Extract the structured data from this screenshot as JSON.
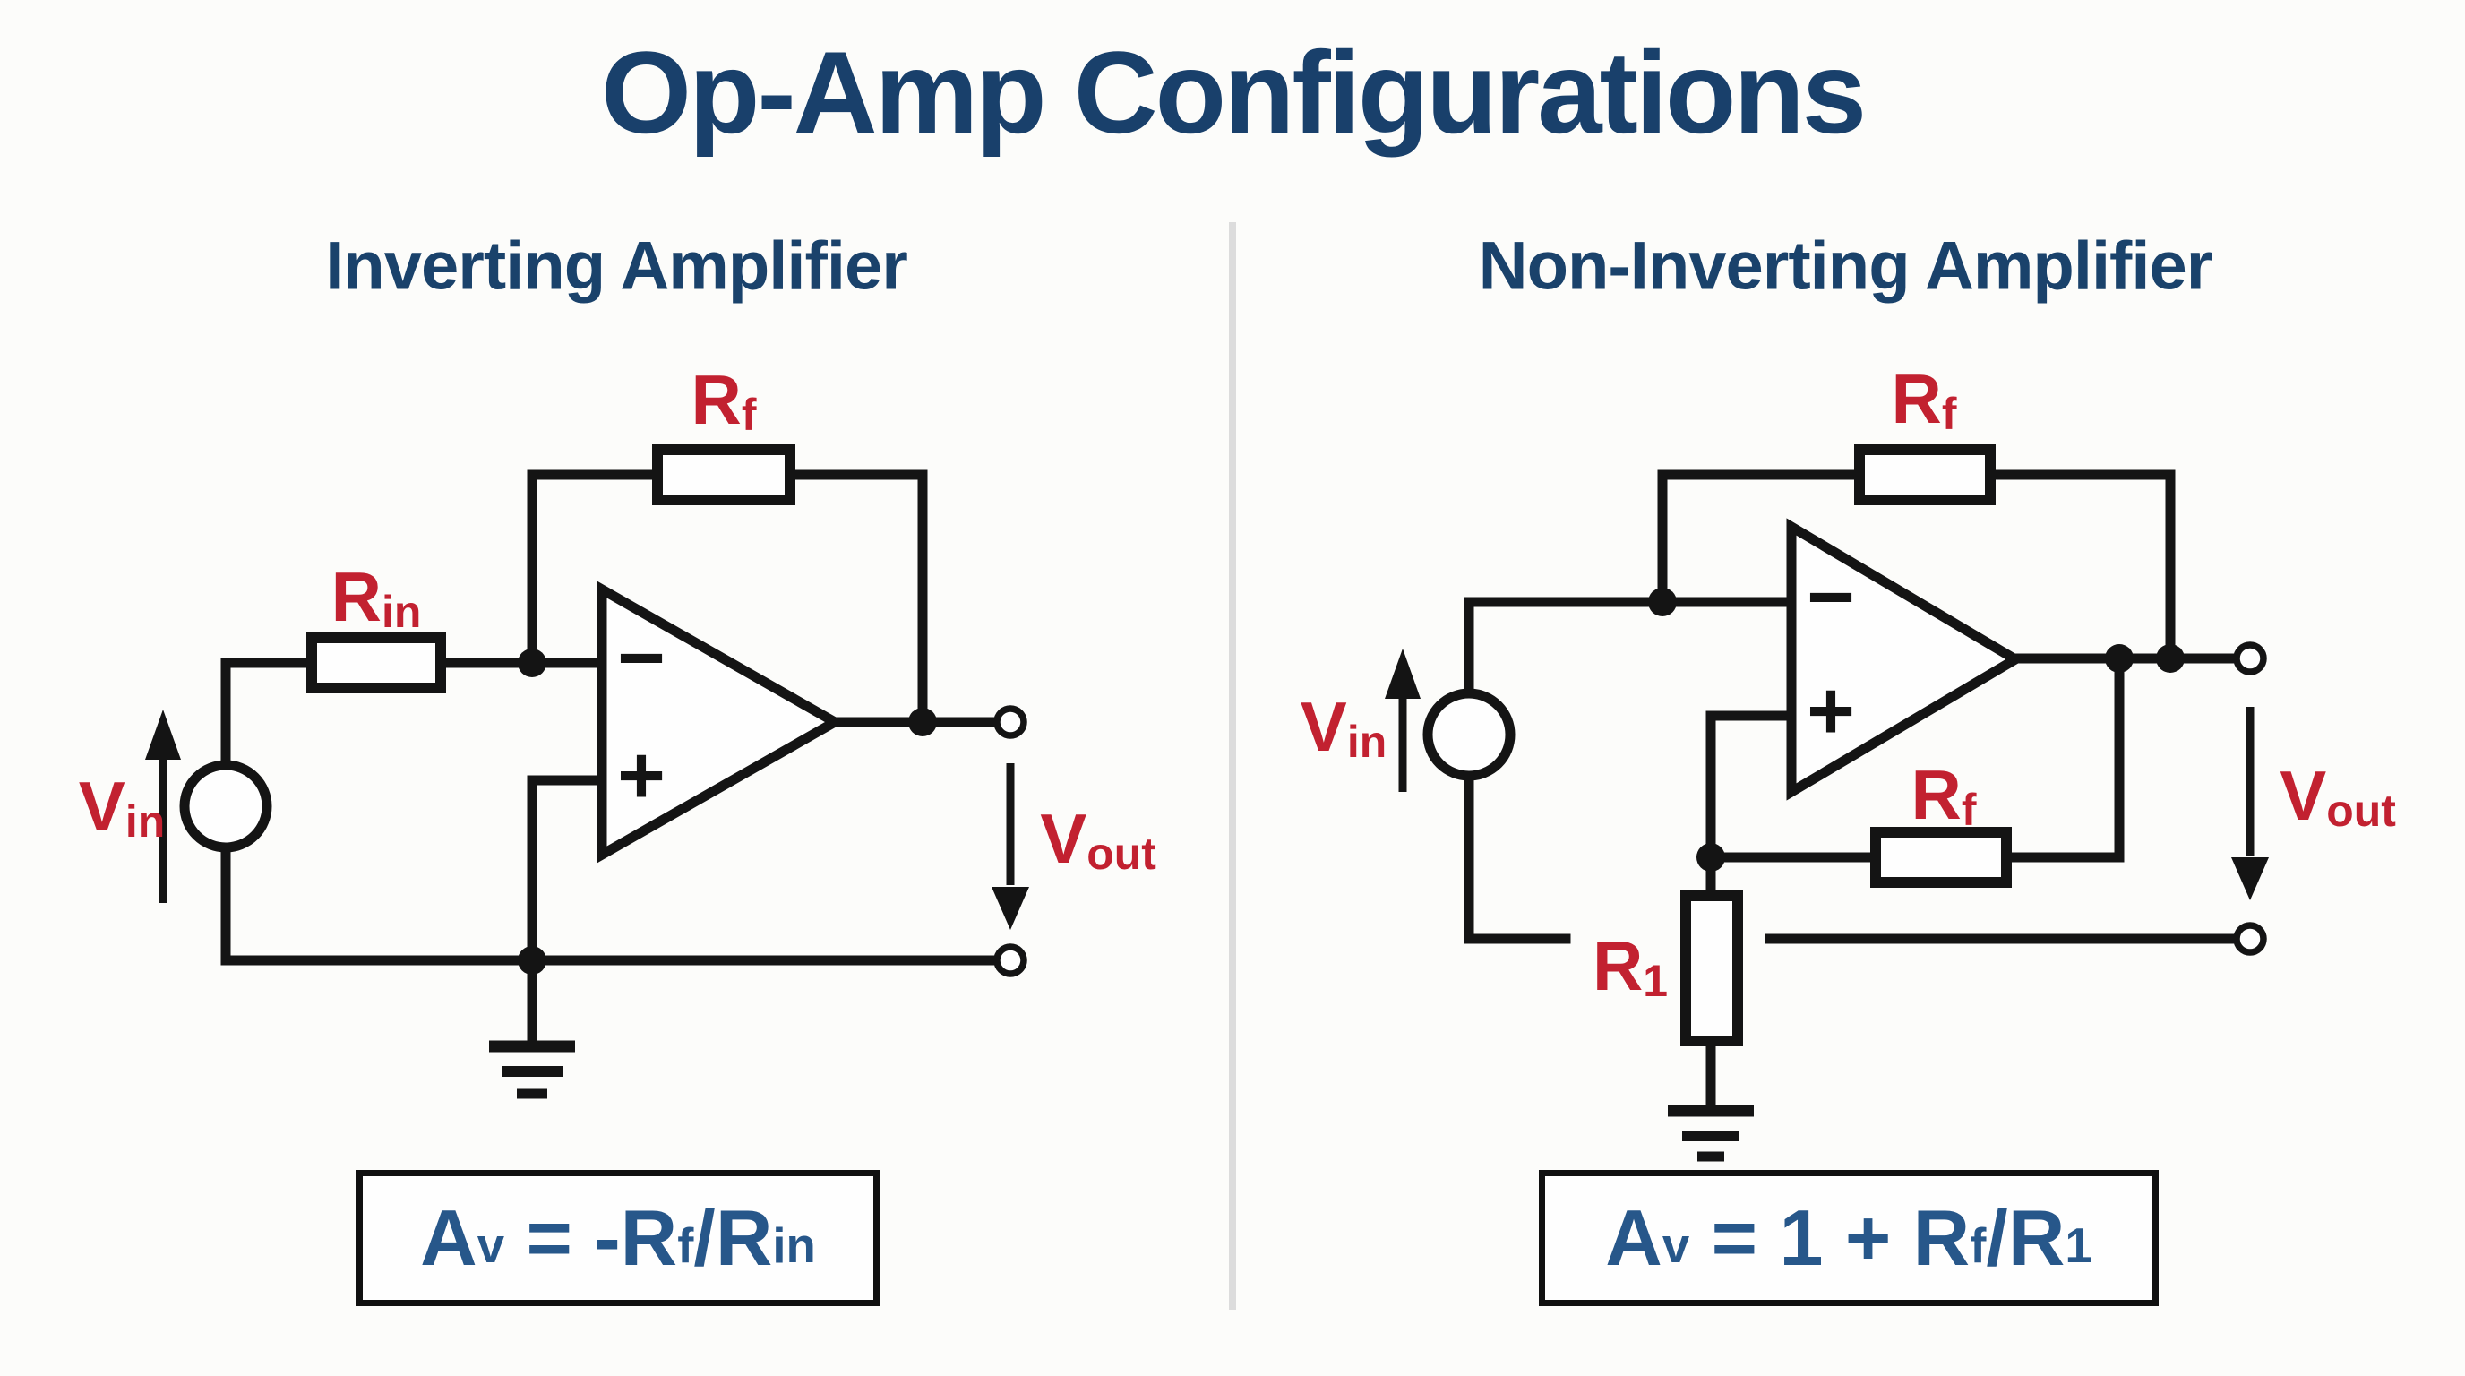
{
  "page": {
    "title": "Op-Amp Configurations"
  },
  "colors": {
    "background": "#fcfcfa",
    "ink": "#141414",
    "navy_heading": "#1a426b",
    "title_navy": "#19406b",
    "formula_blue": "#27578a",
    "label_red": "#c22130",
    "divider_gray": "#dcdcdc"
  },
  "left_panel": {
    "heading": "Inverting Amplifier",
    "labels": {
      "rf": {
        "main": "R",
        "sub": "f"
      },
      "rin": {
        "main": "R",
        "sub": "in"
      },
      "vin": {
        "main": "V",
        "sub": "in"
      },
      "vout": {
        "main": "V",
        "sub": "out"
      }
    },
    "opamp": {
      "minus_sign": "−",
      "plus_sign": "+"
    },
    "formula": {
      "p1": "A",
      "s1": "v",
      "p2": " = -R",
      "s2": "f",
      "p3": "/R",
      "s3": "in"
    }
  },
  "right_panel": {
    "heading": "Non-Inverting Amplifier",
    "labels": {
      "rf_top": {
        "main": "R",
        "sub": "f"
      },
      "rf_mid": {
        "main": "R",
        "sub": "f"
      },
      "r1": {
        "main": "R",
        "sub": "1"
      },
      "vin": {
        "main": "V",
        "sub": "in"
      },
      "vout": {
        "main": "V",
        "sub": "out"
      }
    },
    "opamp": {
      "minus_sign": "−",
      "plus_sign": "+"
    },
    "formula": {
      "p1": "A",
      "s1": "v",
      "p2": " = 1 + R",
      "s2": "f",
      "p3": "/R",
      "s3": "1"
    }
  }
}
